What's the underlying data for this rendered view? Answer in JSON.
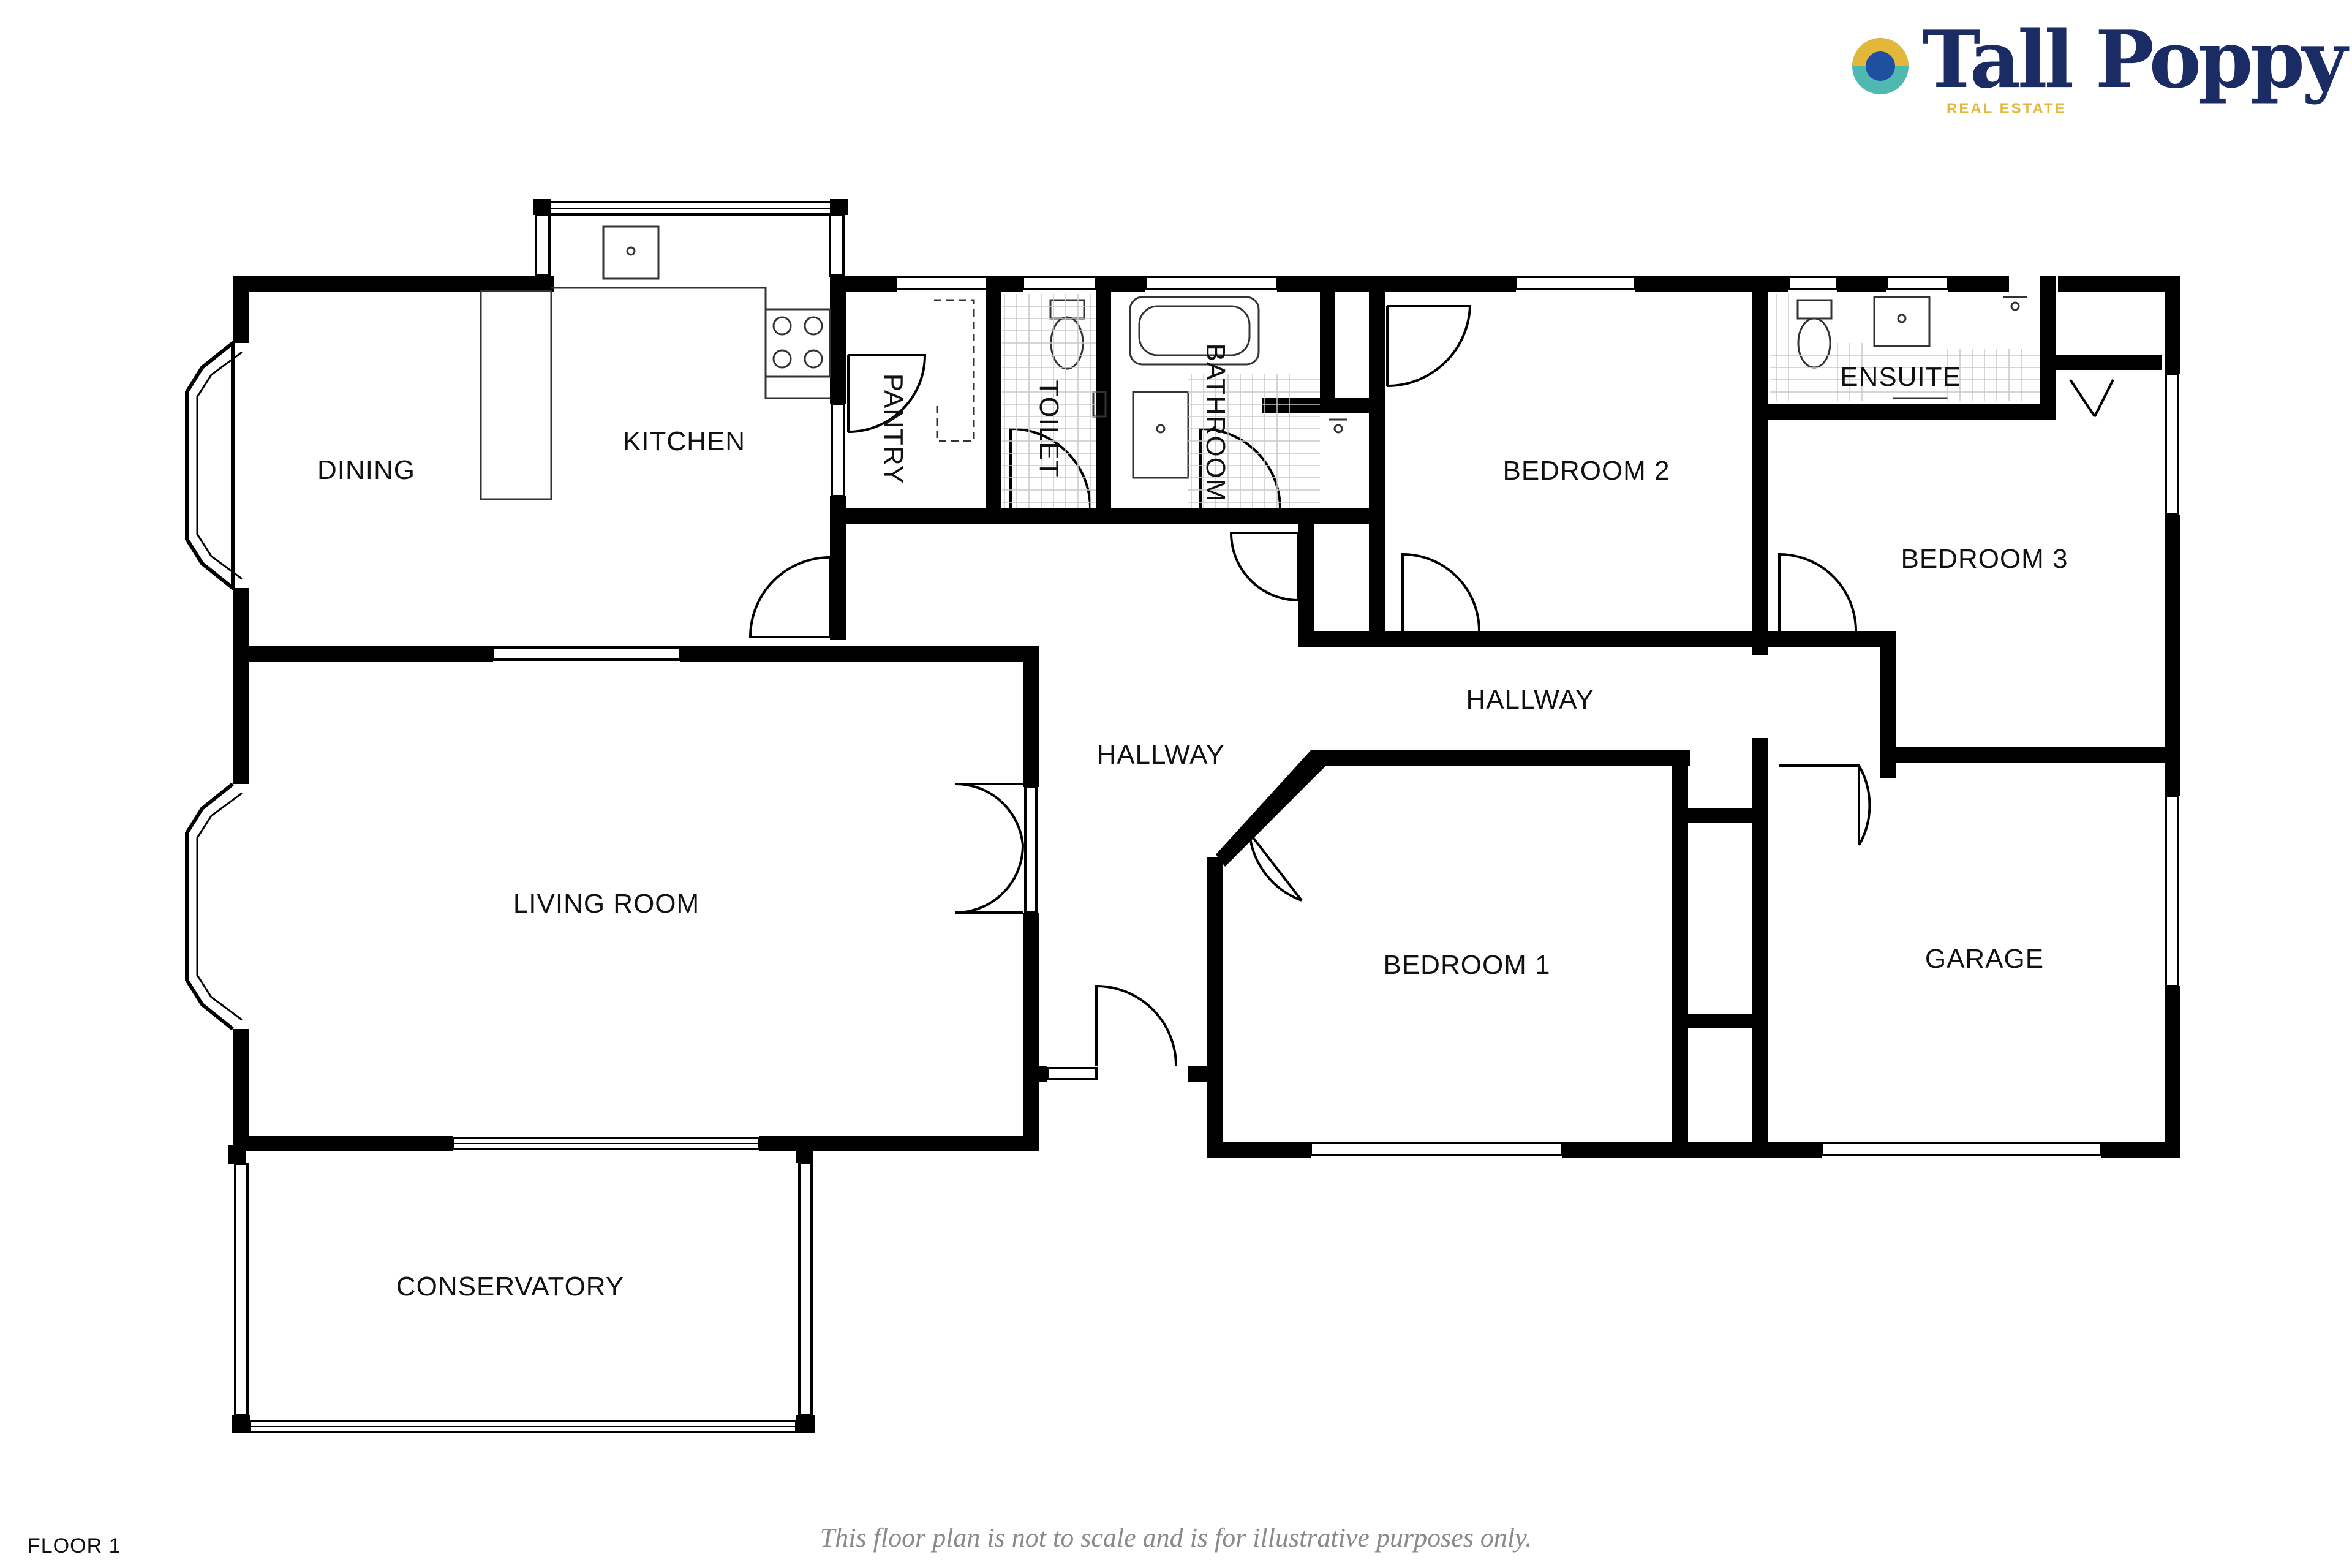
{
  "brand": {
    "name": "Tall Poppy",
    "tagline": "REAL ESTATE",
    "colors": {
      "navy": "#1b2b63",
      "gold": "#e3b73a",
      "teal": "#4fb9b0",
      "blue": "#1f4fa0"
    }
  },
  "rooms": {
    "dining": "DINING",
    "kitchen": "KITCHEN",
    "pantry": "PANTRY",
    "toilet": "TOILET",
    "bathroom": "BATHROOM",
    "bedroom_2": "BEDROOM 2",
    "ensuite": "ENSUITE",
    "bedroom_3": "BEDROOM 3",
    "hallway_main": "HALLWAY",
    "hallway_east": "HALLWAY",
    "living_room": "LIVING ROOM",
    "bedroom_1": "BEDROOM 1",
    "garage": "GARAGE",
    "conservatory": "CONSERVATORY"
  },
  "footer": {
    "disclaimer": "This floor plan is not to scale and is for illustrative purposes only.",
    "floor": "FLOOR 1"
  },
  "style": {
    "wall_color": "#000000",
    "fixture_color": "#333333"
  }
}
